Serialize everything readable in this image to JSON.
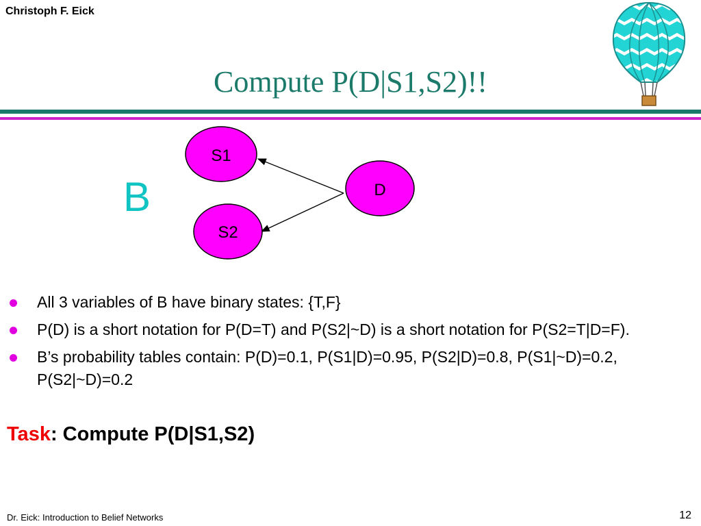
{
  "header": {
    "author": "Christoph F. Eick"
  },
  "slide": {
    "title": "Compute P(D|S1,S2)!!",
    "network_label": "B",
    "nodes": {
      "s1": "S1",
      "d": "D",
      "s2": "S2"
    },
    "colors": {
      "title": "#1b7a6a",
      "node_fill": "#ff00ff",
      "bullet": "#e000e0",
      "task": "#ee0000",
      "label_b": "#11c4c4"
    },
    "bullets": [
      "All 3 variables of B have binary states: {T,F}",
      "P(D) is a short notation for P(D=T) and P(S2|~D) is a short notation for P(S2=T|D=F).",
      "B’s probability tables contain: P(D)=0.1, P(S1|D)=0.95, P(S2|D)=0.8, P(S1|~D)=0.2, P(S2|~D)=0.2"
    ],
    "task": {
      "label": "Task",
      "text": ": Compute P(D|S1,S2)"
    }
  },
  "footer": {
    "text": "Dr. Eick: Introduction to Belief Networks",
    "page_number": "12"
  }
}
